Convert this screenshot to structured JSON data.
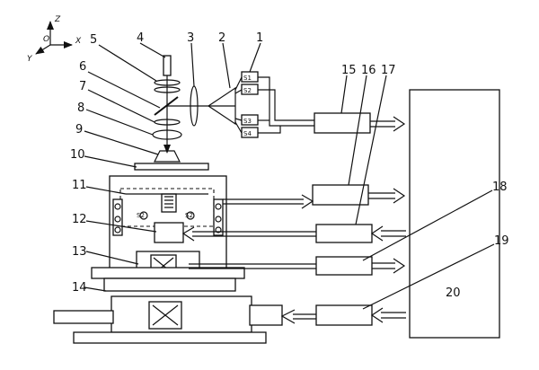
{
  "axes": {
    "z": "Z",
    "x": "X",
    "y": "Y",
    "origin": "O"
  },
  "labels": {
    "l1": "1",
    "l2": "2",
    "l3": "3",
    "l4": "4",
    "l5": "5",
    "l6": "6",
    "l7": "7",
    "l8": "8",
    "l9": "9",
    "l10": "10",
    "l11": "11",
    "l12": "12",
    "l13": "13",
    "l14": "14",
    "l15": "15",
    "l16": "16",
    "l17": "17",
    "l18": "18",
    "l19": "19",
    "l20": "20"
  },
  "sensors": {
    "s1": "S1",
    "s2": "S2",
    "s3": "S3",
    "s4": "S4"
  },
  "chamber": {
    "left_mark": "S2",
    "right_mark": "S2"
  }
}
